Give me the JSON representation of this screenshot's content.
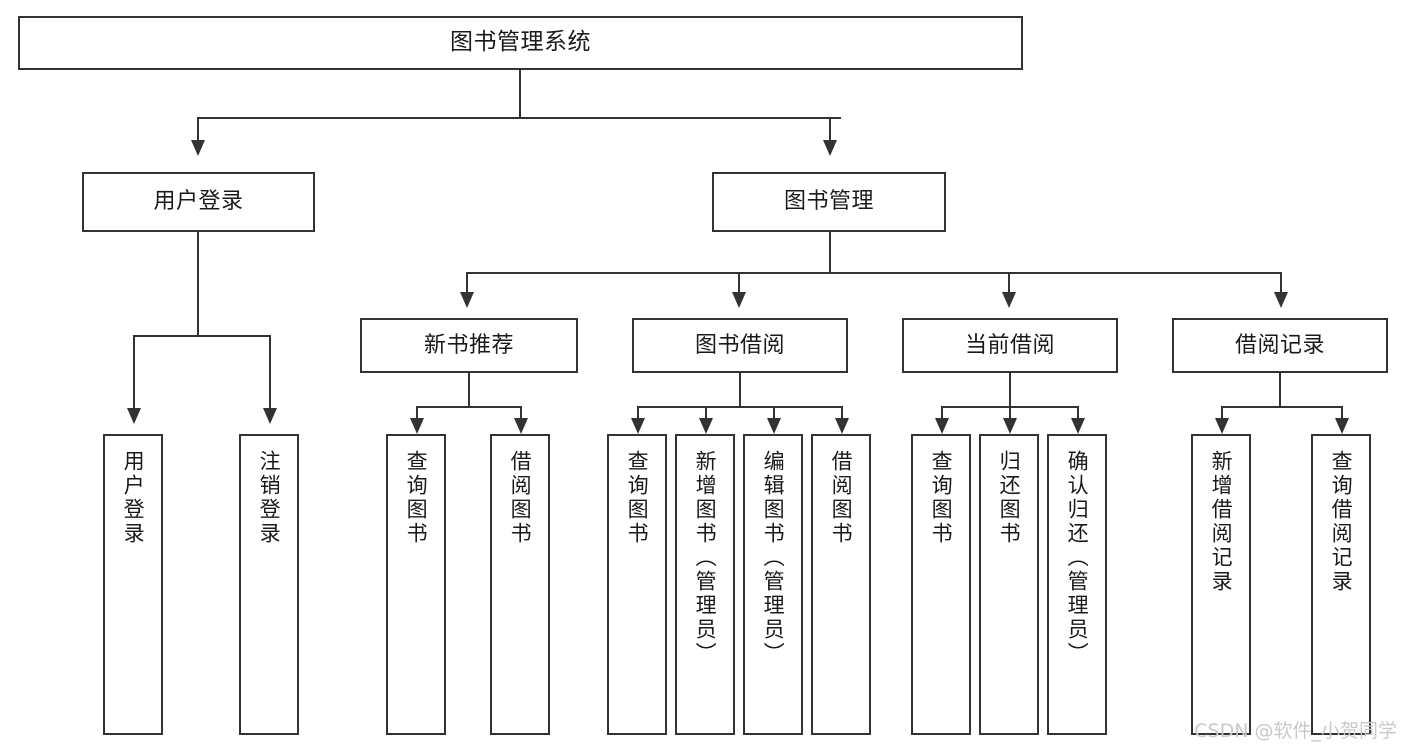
{
  "diagram": {
    "title": "图书管理系统",
    "type": "tree",
    "watermark": "CSDN @软件_小贺同学",
    "colors": {
      "box_border": "#333333",
      "box_fill": "#ffffff",
      "text": "#1a1a1a",
      "connector": "#333333",
      "watermark": "#c9c9c9"
    },
    "root": {
      "label": "图书管理系统"
    },
    "level1": [
      {
        "label": "用户登录"
      },
      {
        "label": "图书管理"
      }
    ],
    "level2": [
      {
        "label": "新书推荐"
      },
      {
        "label": "图书借阅"
      },
      {
        "label": "当前借阅"
      },
      {
        "label": "借阅记录"
      }
    ],
    "leaves": {
      "user_login": [
        {
          "label": "用户登录"
        },
        {
          "label": "注销登录"
        }
      ],
      "new_book_recommend": [
        {
          "label": "查询图书"
        },
        {
          "label": "借阅图书"
        }
      ],
      "book_borrow": [
        {
          "label": "查询图书"
        },
        {
          "label": "新增图书（管理员）"
        },
        {
          "label": "编辑图书（管理员）"
        },
        {
          "label": "借阅图书"
        }
      ],
      "current_borrow": [
        {
          "label": "查询图书"
        },
        {
          "label": "归还图书"
        },
        {
          "label": "确认归还（管理员）"
        }
      ],
      "borrow_record": [
        {
          "label": "新增借阅记录"
        },
        {
          "label": "查询借阅记录"
        }
      ]
    }
  }
}
